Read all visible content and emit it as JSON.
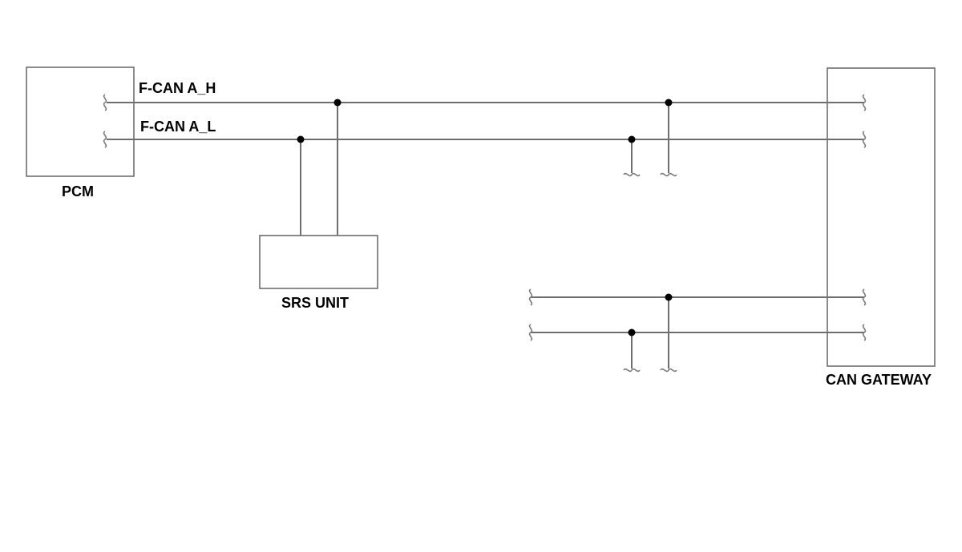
{
  "labels": {
    "pcm": "PCM",
    "srs_unit": "SRS UNIT",
    "can_gateway": "CAN GATEWAY",
    "fcan_high": "F-CAN A_H",
    "fcan_low": "F-CAN A_L"
  },
  "colors": {
    "wire": "#6e6e6e",
    "node": "#000000",
    "text": "#000000"
  }
}
